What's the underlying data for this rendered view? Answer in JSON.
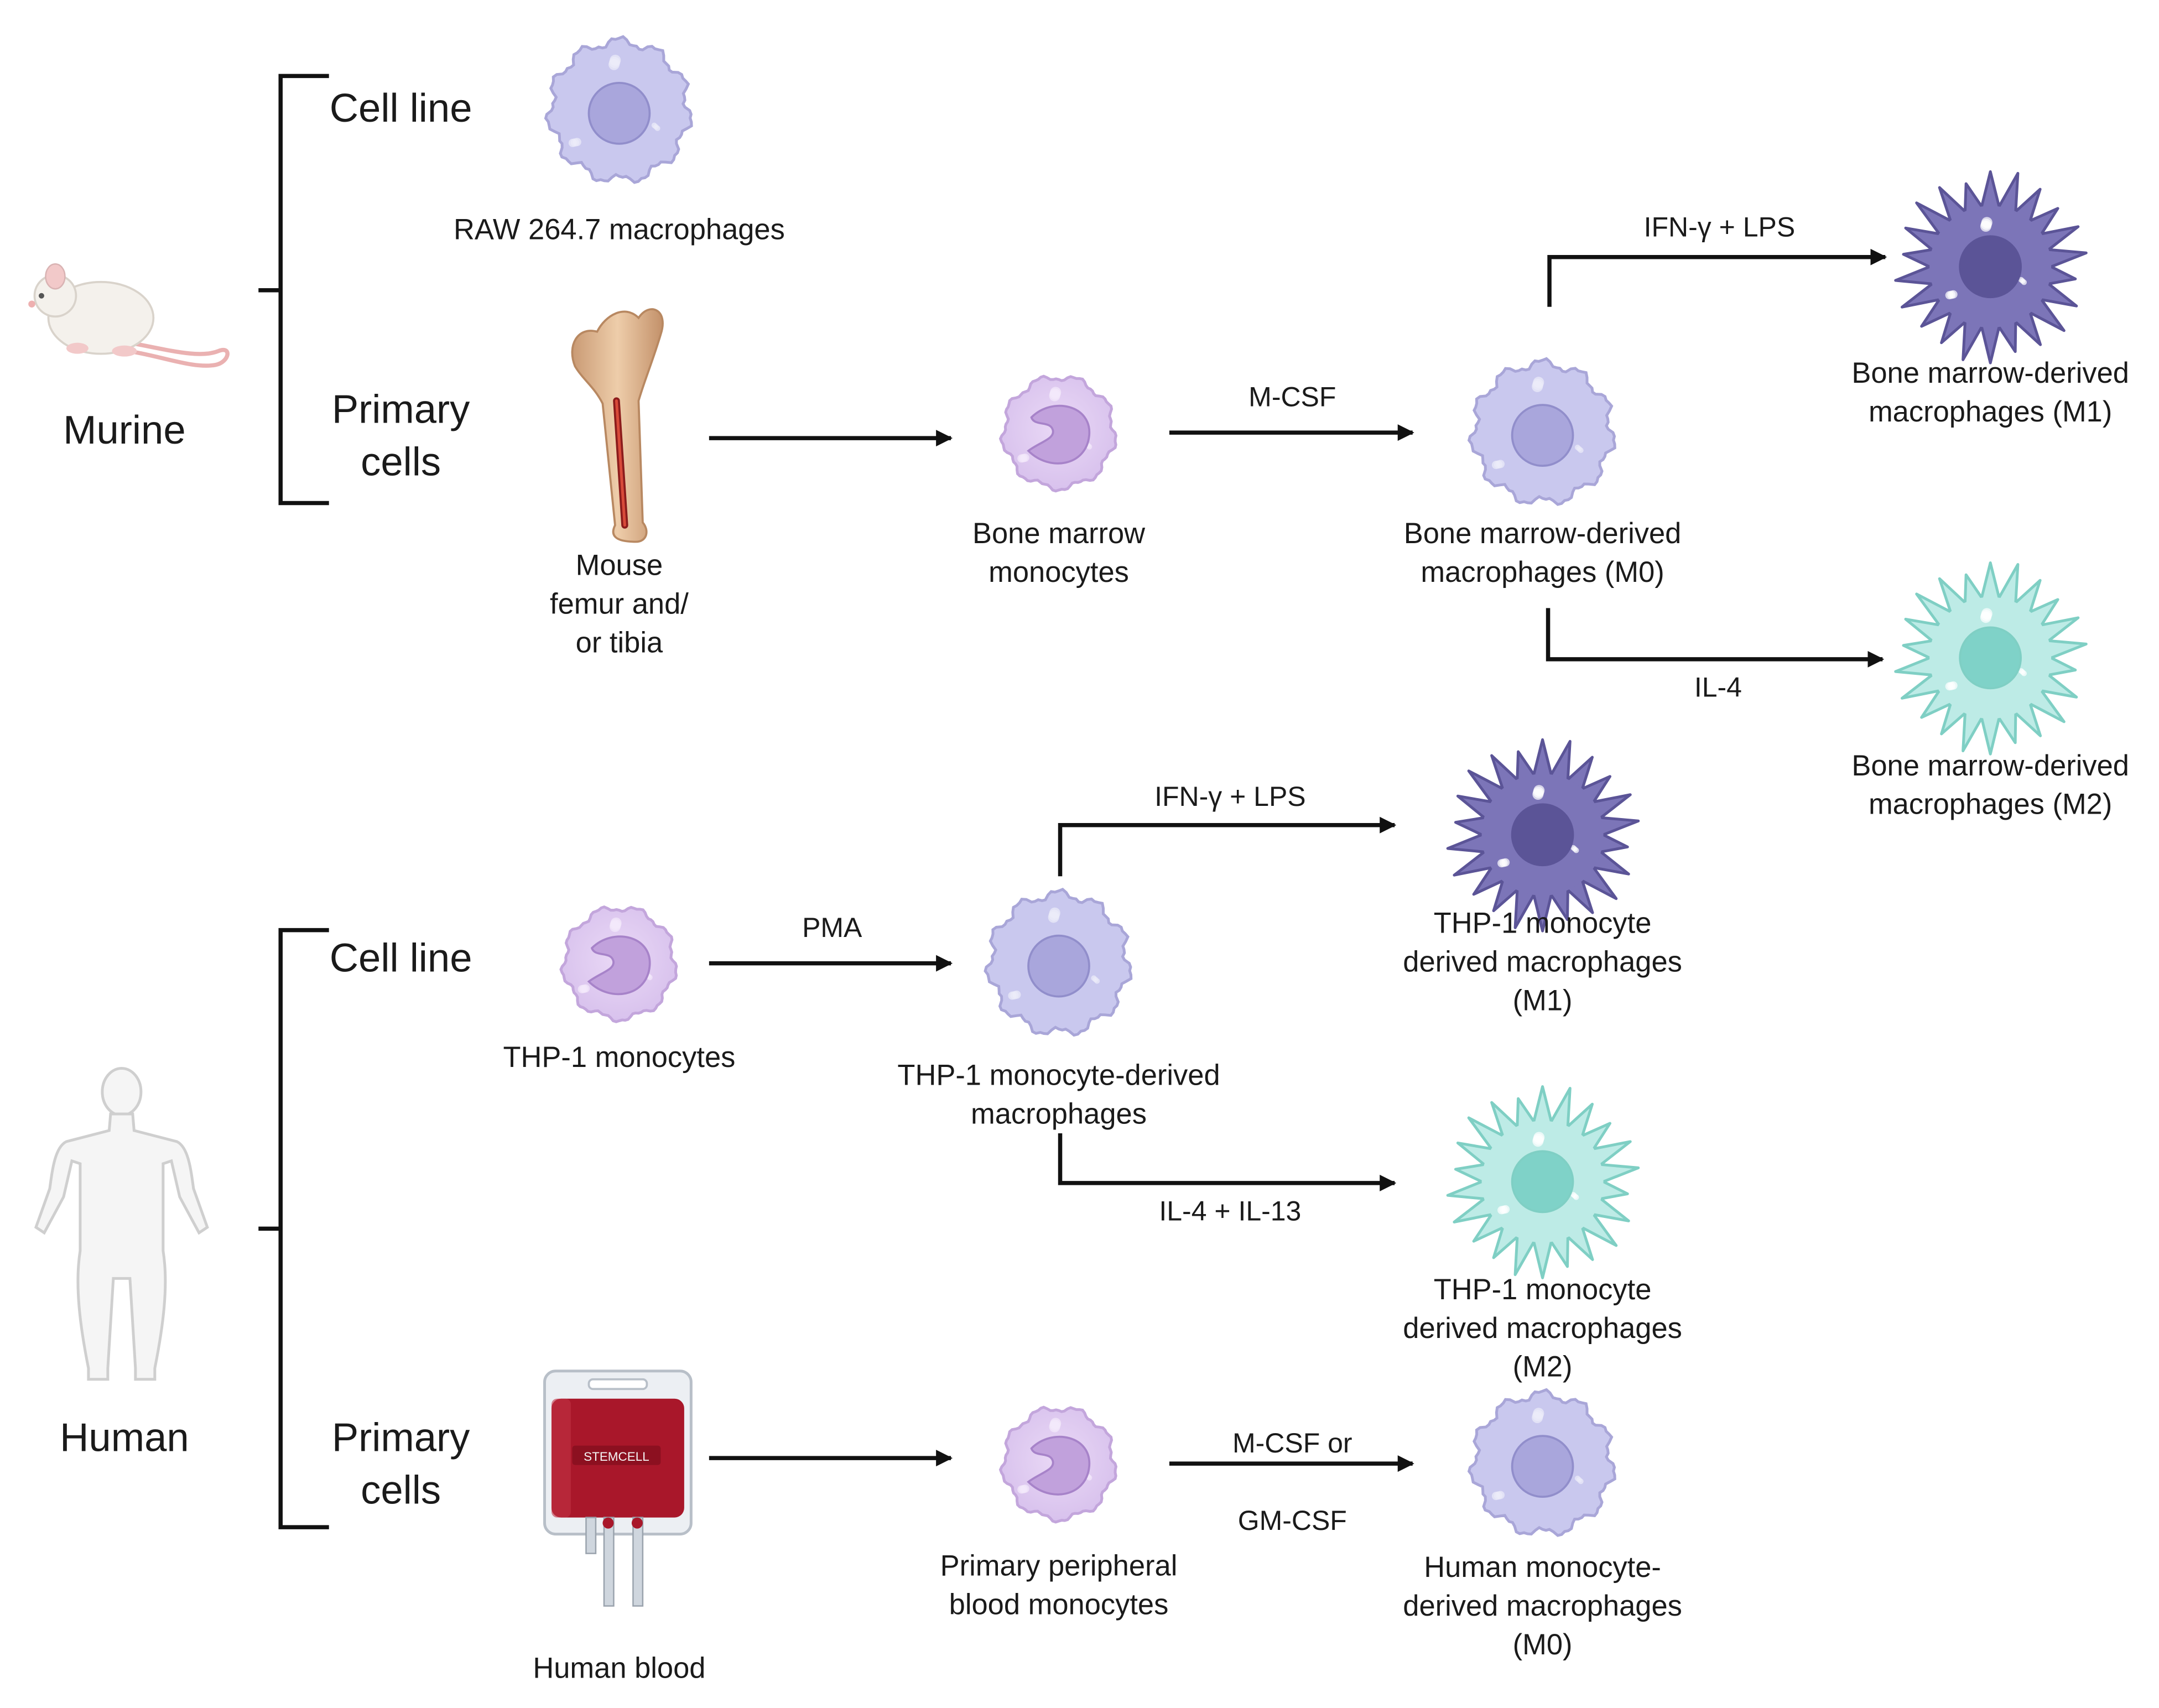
{
  "species": {
    "murine": {
      "label": "Murine",
      "icon": "mouse-icon"
    },
    "human": {
      "label": "Human",
      "icon": "human-body-icon"
    }
  },
  "groups": {
    "murine_cell_line": "Cell line",
    "murine_primary": [
      "Primary",
      "cells"
    ],
    "human_cell_line": "Cell line",
    "human_primary": [
      "Primary",
      "cells"
    ]
  },
  "cells": {
    "raw": {
      "label": [
        "RAW 264.7 macrophages"
      ],
      "icon": "macrophage-icon"
    },
    "femur": {
      "label": [
        "Mouse",
        "femur and/",
        "or tibia"
      ],
      "icon": "femur-bone-icon"
    },
    "bm_monocytes": {
      "label": [
        "Bone marrow",
        "monocytes"
      ],
      "icon": "monocyte-icon"
    },
    "bm_m0": {
      "label": [
        "Bone marrow-derived",
        "macrophages (M0)"
      ],
      "icon": "macrophage-icon"
    },
    "bm_m1": {
      "label": [
        "Bone marrow-derived",
        "macrophages (M1)"
      ],
      "icon": "m1-macrophage-icon"
    },
    "bm_m2": {
      "label": [
        "Bone marrow-derived",
        "macrophages (M2)"
      ],
      "icon": "m2-macrophage-icon"
    },
    "thp1_mono": {
      "label": [
        "THP-1 monocytes"
      ],
      "icon": "monocyte-icon"
    },
    "thp1_mac": {
      "label": [
        "THP-1 monocyte-derived",
        "macrophages"
      ],
      "icon": "macrophage-icon"
    },
    "thp1_m1": {
      "label": [
        "THP-1 monocyte",
        "derived macrophages",
        "(M1)"
      ],
      "icon": "m1-macrophage-icon"
    },
    "thp1_m2": {
      "label": [
        "THP-1 monocyte",
        "derived macrophages",
        "(M2)"
      ],
      "icon": "m2-macrophage-icon"
    },
    "blood": {
      "label": [
        "Human blood"
      ],
      "icon": "blood-bag-icon"
    },
    "pb_monocytes": {
      "label": [
        "Primary peripheral",
        "blood monocytes"
      ],
      "icon": "monocyte-icon"
    },
    "human_m0": {
      "label": [
        "Human monocyte-",
        "derived macrophages",
        "(M0)"
      ],
      "icon": "macrophage-icon"
    }
  },
  "arrows": {
    "mcsf": "M-CSF",
    "bm_m1": "IFN-γ + LPS",
    "bm_m2": "IL-4",
    "pma": "PMA",
    "thp1_m1": "IFN-γ + LPS",
    "thp1_m2": "IL-4 + IL-13",
    "human_mcsf": [
      "M-CSF or",
      "GM-CSF"
    ]
  },
  "blood_bag_brand": "STEMCELL",
  "colors": {
    "m0": "#c9c8ee",
    "m0_nucleus": "#a9a6dc",
    "monocyte": "#ddc9ee",
    "monocyte_nucleus": "#c1a1dc",
    "m1": "#7c75b8",
    "m1_nucleus": "#5b5497",
    "m2": "#bdebe6",
    "m2_nucleus": "#7fd2c8",
    "blood": "#a9172a",
    "arrow": "#111111"
  }
}
